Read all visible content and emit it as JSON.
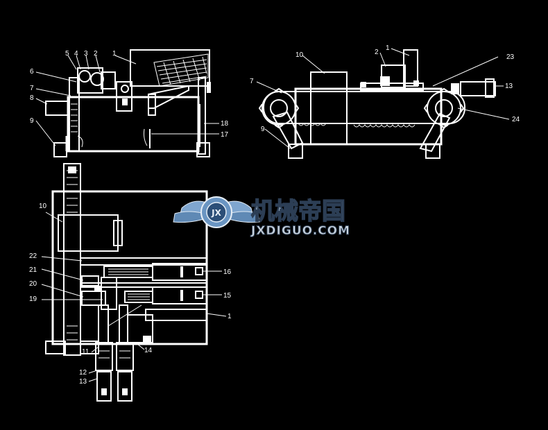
{
  "views": {
    "front_left": {
      "labels": [
        {
          "id": "fl-5",
          "text": "5"
        },
        {
          "id": "fl-4",
          "text": "4"
        },
        {
          "id": "fl-3",
          "text": "3"
        },
        {
          "id": "fl-2",
          "text": "2"
        },
        {
          "id": "fl-1",
          "text": "1"
        },
        {
          "id": "fl-6",
          "text": "6"
        },
        {
          "id": "fl-7",
          "text": "7"
        },
        {
          "id": "fl-8",
          "text": "8"
        },
        {
          "id": "fl-9",
          "text": "9"
        },
        {
          "id": "fl-18",
          "text": "18"
        },
        {
          "id": "fl-17",
          "text": "17"
        }
      ]
    },
    "side_right": {
      "labels": [
        {
          "id": "sr-1",
          "text": "1"
        },
        {
          "id": "sr-2",
          "text": "2"
        },
        {
          "id": "sr-10",
          "text": "10"
        },
        {
          "id": "sr-23",
          "text": "23"
        },
        {
          "id": "sr-7",
          "text": "7"
        },
        {
          "id": "sr-13",
          "text": "13"
        },
        {
          "id": "sr-9",
          "text": "9"
        },
        {
          "id": "sr-24",
          "text": "24"
        }
      ]
    },
    "top_plan": {
      "labels": [
        {
          "id": "tp-10",
          "text": "10"
        },
        {
          "id": "tp-22",
          "text": "22"
        },
        {
          "id": "tp-21",
          "text": "21"
        },
        {
          "id": "tp-20",
          "text": "20"
        },
        {
          "id": "tp-19",
          "text": "19"
        },
        {
          "id": "tp-16",
          "text": "16"
        },
        {
          "id": "tp-15",
          "text": "15"
        },
        {
          "id": "tp-1",
          "text": "1"
        },
        {
          "id": "tp-11",
          "text": "11"
        },
        {
          "id": "tp-14",
          "text": "14"
        },
        {
          "id": "tp-12",
          "text": "12"
        },
        {
          "id": "tp-13",
          "text": "13"
        }
      ]
    }
  },
  "watermark": {
    "cn": "机械帝国",
    "en": "JXDIGUO.COM",
    "logo_letters": "JX"
  },
  "colors": {
    "background": "#000000",
    "lines": "#ffffff",
    "watermark_blue": "#7fa6cf"
  }
}
